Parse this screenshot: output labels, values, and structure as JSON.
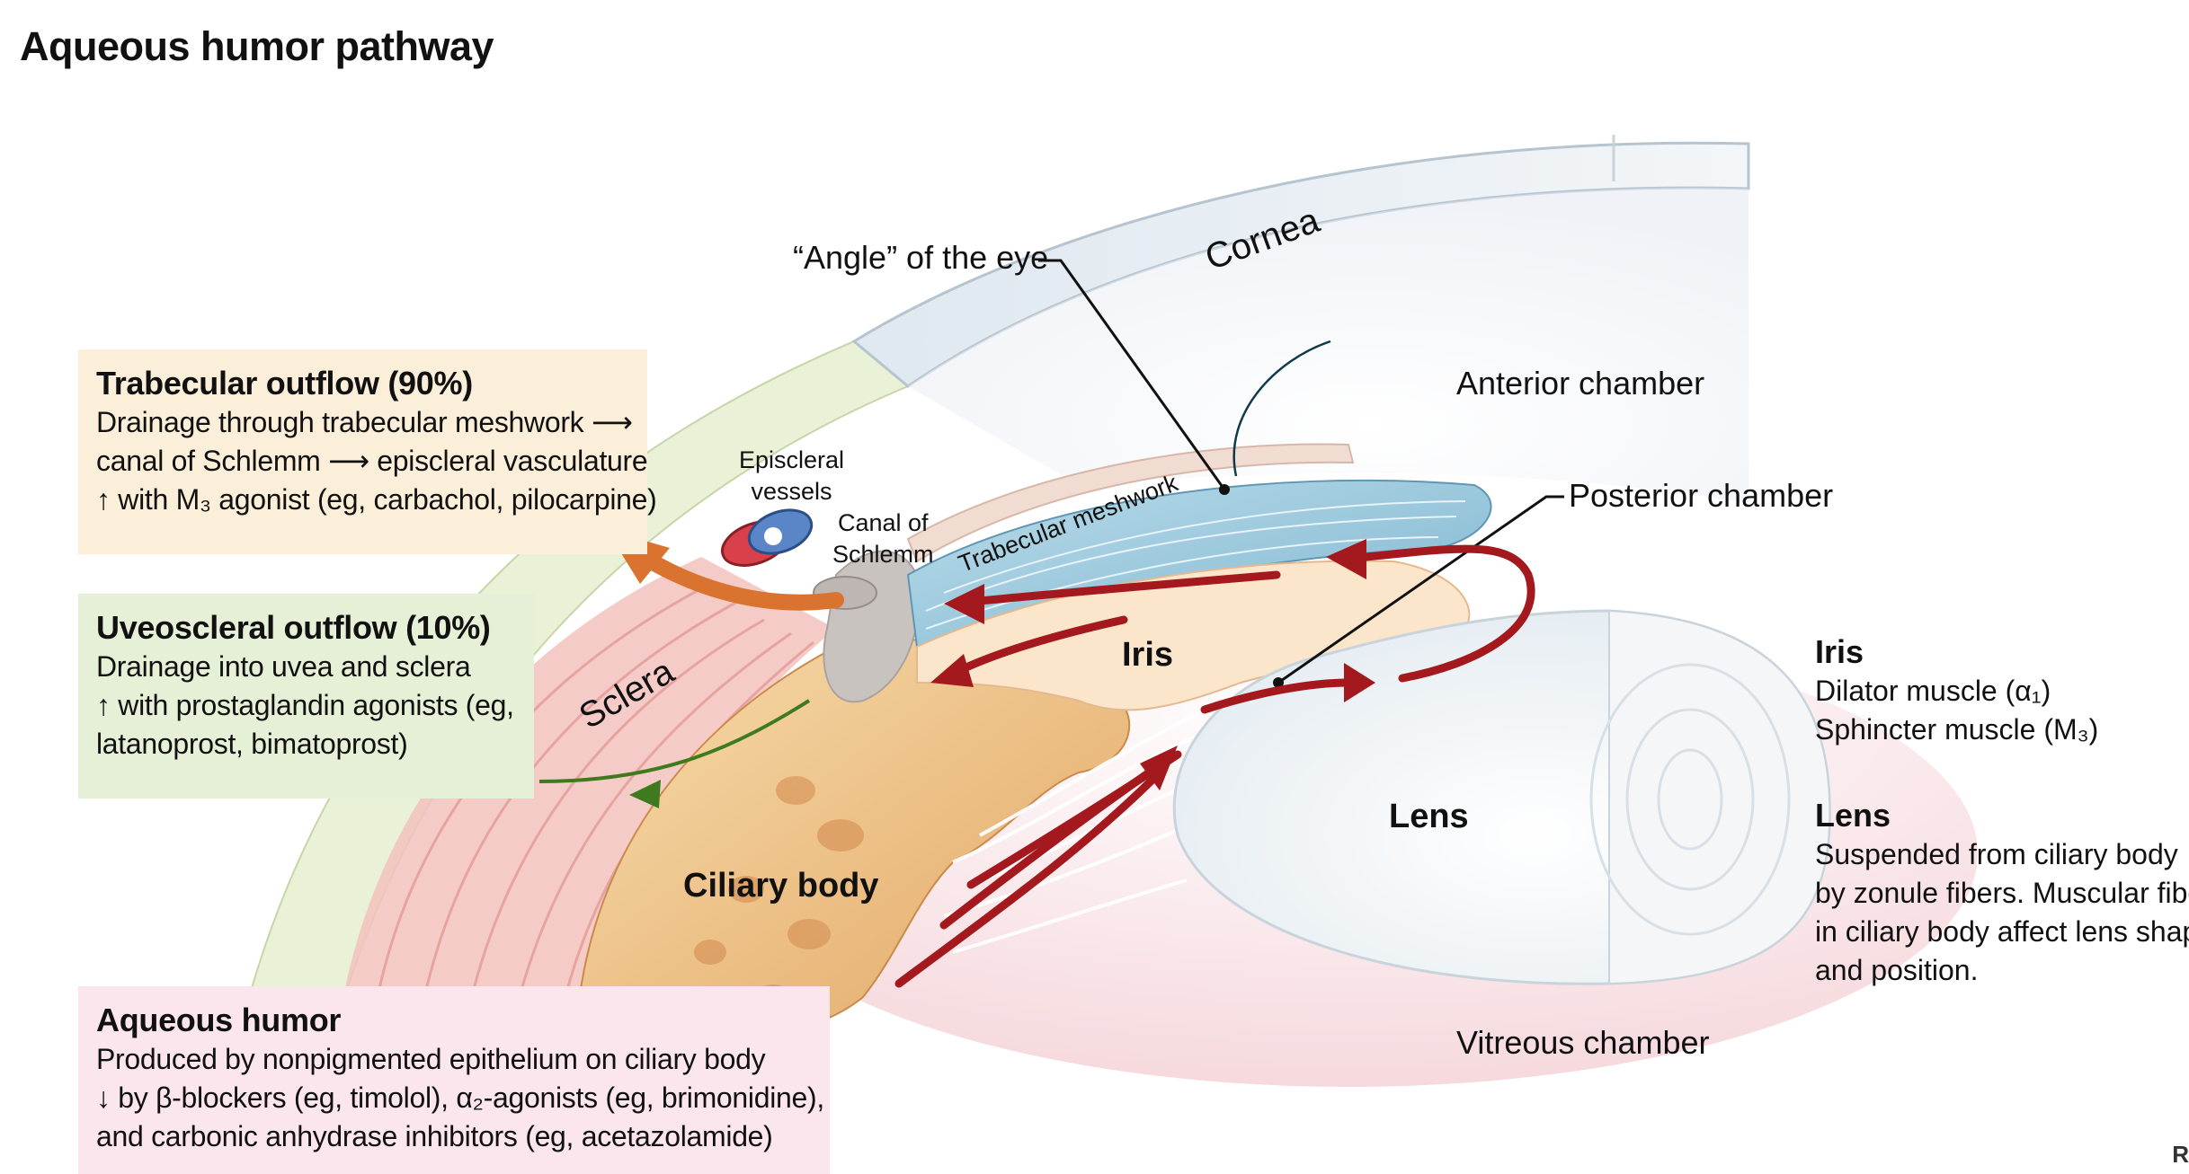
{
  "title": "Aqueous humor pathway",
  "boxes": {
    "trabecular": {
      "heading": "Trabecular outflow (90%)",
      "lines": [
        "Drainage through trabecular meshwork ⟶",
        "canal of Schlemm ⟶ episcleral vasculature",
        "↑ with M₃ agonist (eg, carbachol, pilocarpine)"
      ]
    },
    "uveoscleral": {
      "heading": "Uveoscleral outflow (10%)",
      "lines": [
        "Drainage into uvea and sclera",
        "↑ with prostaglandin agonists (eg,",
        "latanoprost, bimatoprost)"
      ]
    },
    "aqueous": {
      "heading": "Aqueous humor",
      "lines": [
        "Produced by nonpigmented epithelium on ciliary body",
        "↓ by β-blockers (eg, timolol), α₂-agonists (eg, brimonidine),",
        "and carbonic anhydrase inhibitors (eg, acetazolamide)"
      ]
    }
  },
  "side_notes": {
    "iris": {
      "heading": "Iris",
      "lines": [
        "Dilator muscle (α₁)",
        "Sphincter muscle (M₃)"
      ]
    },
    "lens": {
      "heading": "Lens",
      "lines": [
        "Suspended from ciliary body",
        "by zonule fibers. Muscular fibers",
        "in ciliary body affect lens shape",
        "and position."
      ]
    }
  },
  "labels": {
    "angle": "“Angle” of the eye",
    "cornea": "Cornea",
    "anterior_chamber": "Anterior chamber",
    "posterior_chamber": "Posterior chamber",
    "episcleral_vessels": [
      "Episcleral",
      "vessels"
    ],
    "canal_of_schlemm": [
      "Canal of",
      "Schlemm"
    ],
    "trabecular_meshwork": "Trabecular meshwork",
    "iris": "Iris",
    "sclera": "Sclera",
    "lens": "Lens",
    "ciliary_body": "Ciliary body",
    "vitreous_chamber": "Vitreous chamber"
  },
  "corner_mark": "R",
  "colors": {
    "trabecular_box": "#fcefd9",
    "uveoscleral_box": "#e6f0d7",
    "aqueous_box": "#fce6ee",
    "flow_arrow": "#a3191d",
    "trabecular_arrow": "#d9732f",
    "uveoscleral_arrow": "#3f7a1f",
    "sclera": "#e9f1d6",
    "cornea": "#eaf1f5",
    "ciliary_body": "#f2c98c",
    "iris": "#fbe6cb",
    "meshwork": "#9ccbdf"
  }
}
